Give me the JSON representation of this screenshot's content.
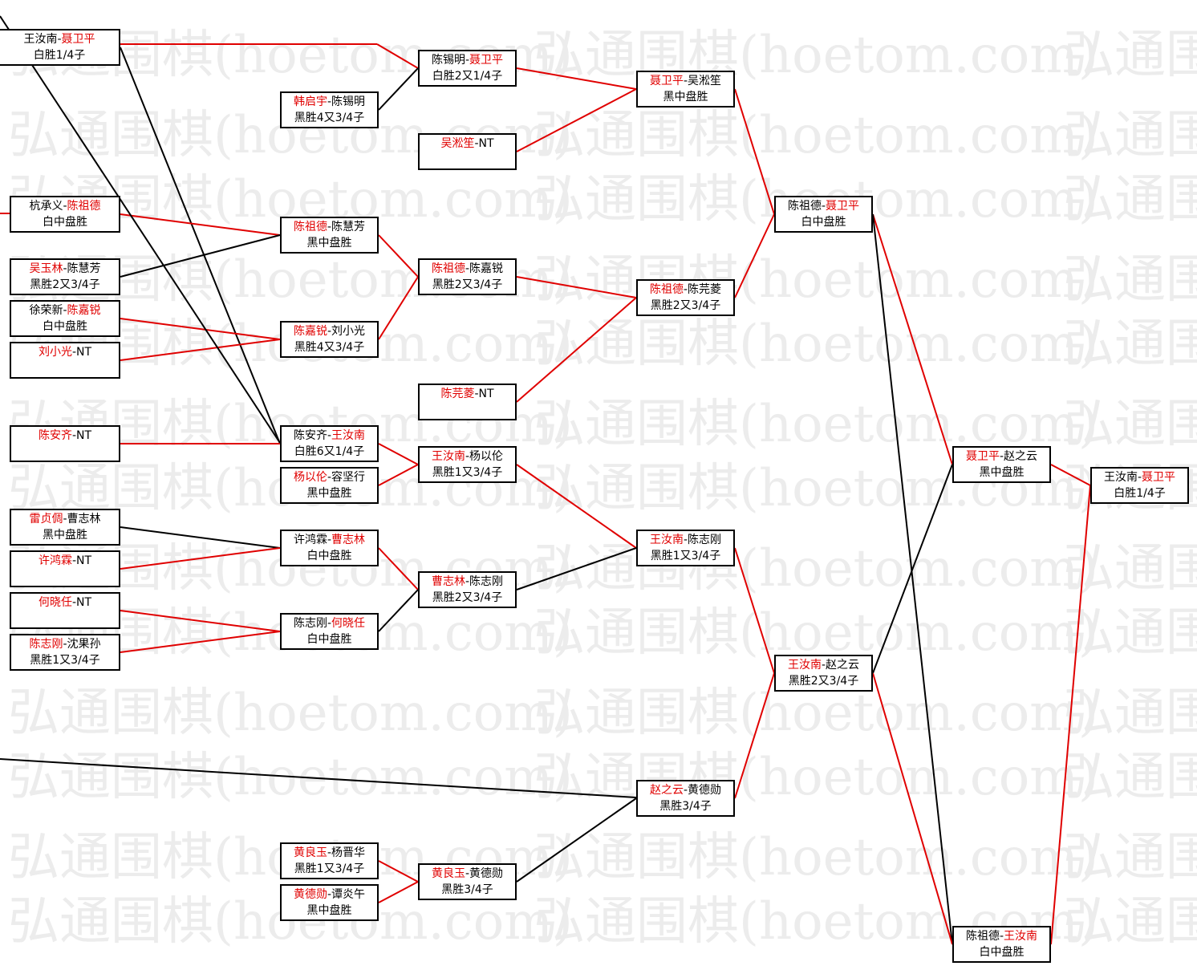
{
  "watermark": "弘通围棋(hoetom.com)",
  "colors": {
    "winner": "#e00000",
    "loser_line": "#000000",
    "winner_line": "#e00000"
  },
  "matches": [
    {
      "id": "r0_1",
      "p1": "王汝南",
      "p2": "聂卫平",
      "winner": 2,
      "result": "白胜1/4子"
    },
    {
      "id": "r0_2",
      "p1": "杭承义",
      "p2": "陈祖德",
      "winner": 2,
      "result": "白中盘胜"
    },
    {
      "id": "r0_3",
      "p1": "吴玉林",
      "p2": "陈慧芳",
      "winner": 1,
      "result": "黑胜2又3/4子"
    },
    {
      "id": "r0_4",
      "p1": "徐荣新",
      "p2": "陈嘉锐",
      "winner": 2,
      "result": "白中盘胜"
    },
    {
      "id": "r0_5",
      "p1": "刘小光",
      "p2": "NT",
      "winner": 1,
      "result": ""
    },
    {
      "id": "r0_6",
      "p1": "陈安齐",
      "p2": "NT",
      "winner": 1,
      "result": ""
    },
    {
      "id": "r0_7",
      "p1": "雷贞倜",
      "p2": "曹志林",
      "winner": 1,
      "result": "黑中盘胜"
    },
    {
      "id": "r0_8",
      "p1": "许鸿霖",
      "p2": "NT",
      "winner": 1,
      "result": ""
    },
    {
      "id": "r0_9",
      "p1": "何晓任",
      "p2": "NT",
      "winner": 1,
      "result": ""
    },
    {
      "id": "r0_10",
      "p1": "陈志刚",
      "p2": "沈果孙",
      "winner": 1,
      "result": "黑胜1又3/4子"
    },
    {
      "id": "r1_1",
      "p1": "韩启宇",
      "p2": "陈锡明",
      "winner": 1,
      "result": "黑胜4又3/4子"
    },
    {
      "id": "r1_2",
      "p1": "陈祖德",
      "p2": "陈慧芳",
      "winner": 1,
      "result": "黑中盘胜"
    },
    {
      "id": "r1_3",
      "p1": "陈嘉锐",
      "p2": "刘小光",
      "winner": 1,
      "result": "黑胜4又3/4子"
    },
    {
      "id": "r1_4",
      "p1": "陈安齐",
      "p2": "王汝南",
      "winner": 2,
      "result": "白胜6又1/4子"
    },
    {
      "id": "r1_5",
      "p1": "杨以伦",
      "p2": "容坚行",
      "winner": 1,
      "result": "黑中盘胜"
    },
    {
      "id": "r1_6",
      "p1": "许鸿霖",
      "p2": "曹志林",
      "winner": 2,
      "result": "白中盘胜"
    },
    {
      "id": "r1_7",
      "p1": "陈志刚",
      "p2": "何晓任",
      "winner": 2,
      "result": "白中盘胜"
    },
    {
      "id": "r1_8",
      "p1": "黄良玉",
      "p2": "杨晋华",
      "winner": 1,
      "result": "黑胜1又3/4子"
    },
    {
      "id": "r1_9",
      "p1": "黄德勋",
      "p2": "谭炎午",
      "winner": 1,
      "result": "黑中盘胜"
    },
    {
      "id": "r2_1",
      "p1": "陈锡明",
      "p2": "聂卫平",
      "winner": 2,
      "result": "白胜2又1/4子"
    },
    {
      "id": "r2_2",
      "p1": "吴淞笙",
      "p2": "NT",
      "winner": 1,
      "result": ""
    },
    {
      "id": "r2_3",
      "p1": "陈祖德",
      "p2": "陈嘉锐",
      "winner": 1,
      "result": "黑胜2又3/4子"
    },
    {
      "id": "r2_4",
      "p1": "陈芫菱",
      "p2": "NT",
      "winner": 1,
      "result": ""
    },
    {
      "id": "r2_5",
      "p1": "王汝南",
      "p2": "杨以伦",
      "winner": 1,
      "result": "黑胜1又3/4子"
    },
    {
      "id": "r2_6",
      "p1": "曹志林",
      "p2": "陈志刚",
      "winner": 1,
      "result": "黑胜2又3/4子"
    },
    {
      "id": "r2_7",
      "p1": "黄良玉",
      "p2": "黄德勋",
      "winner": 1,
      "result": "黑胜3/4子"
    },
    {
      "id": "r3_1",
      "p1": "聂卫平",
      "p2": "吴淞笙",
      "winner": 1,
      "result": "黑中盘胜"
    },
    {
      "id": "r3_2",
      "p1": "陈祖德",
      "p2": "陈芫菱",
      "winner": 1,
      "result": "黑胜2又3/4子"
    },
    {
      "id": "r3_3",
      "p1": "王汝南",
      "p2": "陈志刚",
      "winner": 1,
      "result": "黑胜1又3/4子"
    },
    {
      "id": "r3_4",
      "p1": "赵之云",
      "p2": "黄德勋",
      "winner": 1,
      "result": "黑胜3/4子"
    },
    {
      "id": "r4_1",
      "p1": "陈祖德",
      "p2": "聂卫平",
      "winner": 2,
      "result": "白中盘胜"
    },
    {
      "id": "r4_2",
      "p1": "王汝南",
      "p2": "赵之云",
      "winner": 1,
      "result": "黑胜2又3/4子"
    },
    {
      "id": "r5_1",
      "p1": "聂卫平",
      "p2": "赵之云",
      "winner": 1,
      "result": "黑中盘胜"
    },
    {
      "id": "r5_2",
      "p1": "陈祖德",
      "p2": "王汝南",
      "winner": 2,
      "result": "白中盘胜"
    },
    {
      "id": "r6_1",
      "p1": "王汝南",
      "p2": "聂卫平",
      "winner": 2,
      "result": "白胜1/4子"
    }
  ]
}
